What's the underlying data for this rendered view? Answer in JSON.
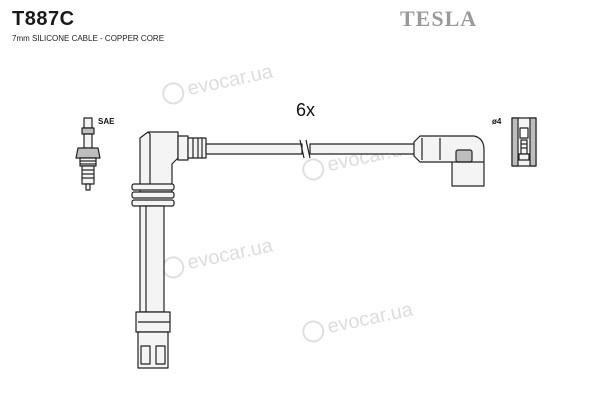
{
  "header": {
    "part_number": "T887C",
    "description": "7mm SILICONE CABLE - COPPER CORE",
    "brand": "TESLA"
  },
  "diagram": {
    "quantity_label": "6x",
    "spark_plug_label": "SAE",
    "distributor_label": "ø4"
  },
  "watermark": {
    "text": "evocar.ua",
    "color": "#d0d0d0"
  },
  "colors": {
    "line": "#222222",
    "part_fill": "#f4f4f4",
    "shade": "#bdbdbd"
  }
}
